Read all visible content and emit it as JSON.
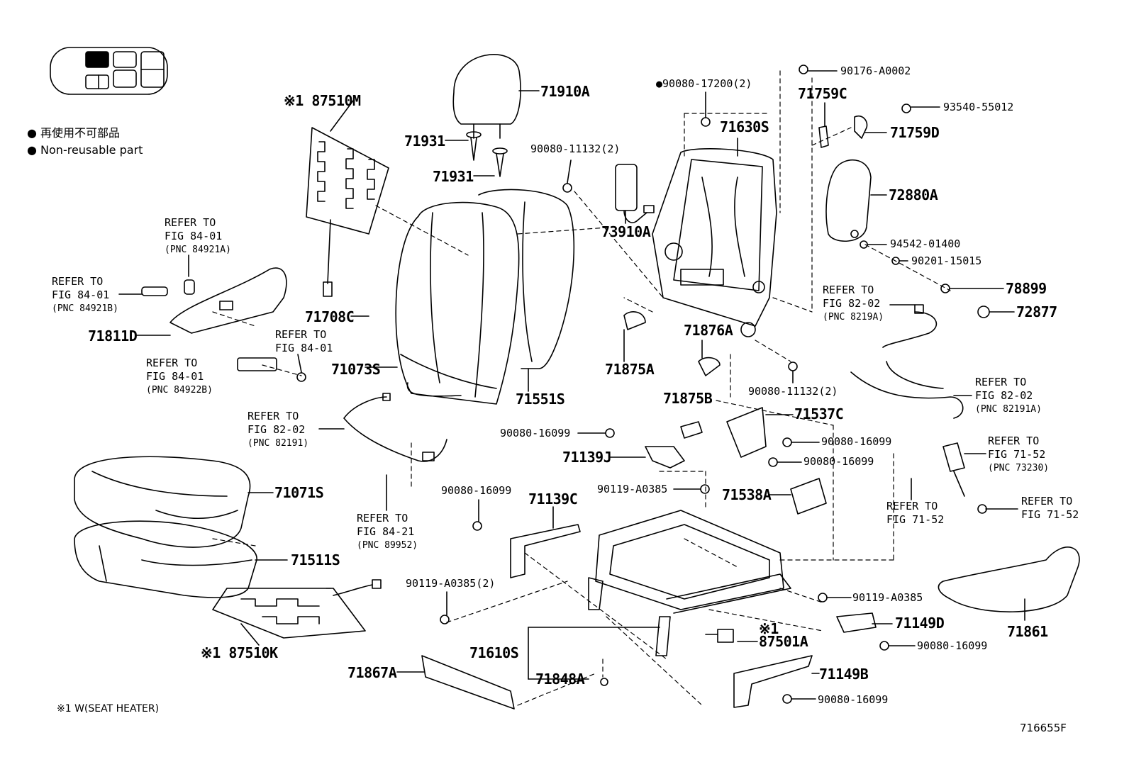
{
  "legend": {
    "jp": "● 再使用不可部品",
    "en": "● Non-reusable part"
  },
  "footnote": "※1  W(SEAT HEATER)",
  "figure_code": "716655F",
  "parts": {
    "p87510M": "※1 87510M",
    "p71910A": "71910A",
    "p71931a": "71931",
    "p71931b": "71931",
    "p90080_11132_2a": "90080-11132(2)",
    "p90080_17200": "●90080-17200(2)",
    "p71630S": "71630S",
    "p90176": "90176-A0002",
    "p71759C": "71759C",
    "p93540": "93540-55012",
    "p71759D": "71759D",
    "p72880A": "72880A",
    "p73910A": "73910A",
    "p94542": "94542-01400",
    "p90201": "90201-15015",
    "p78899": "78899",
    "p72877": "72877",
    "p71811D": "71811D",
    "p71708C": "71708C",
    "p71073S": "71073S",
    "p71551S": "71551S",
    "p71875A": "71875A",
    "p71876A": "71876A",
    "p90080_11132_2b": "90080-11132(2)",
    "p71875B": "71875B",
    "p71537C": "71537C",
    "p90080_16099a": "90080-16099",
    "p90080_16099b": "90080-16099",
    "p71139J": "71139J",
    "p90080_16099c": "90080-16099",
    "p90119_a": "90119-A0385",
    "p71538A": "71538A",
    "p71071S": "71071S",
    "p90080_16099d": "90080-16099",
    "p71139C": "71139C",
    "p71511S": "71511S",
    "p90119_2": "90119-A0385(2)",
    "p90119_b": "90119-A0385",
    "p71149D": "71149D",
    "p87501A": "※1 87501A",
    "p90080_16099e": "90080-16099",
    "p71861": "71861",
    "p87510K": "※1 87510K",
    "p71610S": "71610S",
    "p71867A": "71867A",
    "p71848A": "71848A",
    "p71149B": "71149B",
    "p90080_16099f": "90080-16099"
  },
  "refs": {
    "r84921A": {
      "l1": "REFER TO",
      "l2": "FIG 84-01",
      "l3": "(PNC 84921A)"
    },
    "r84921B": {
      "l1": "REFER TO",
      "l2": "FIG 84-01",
      "l3": "(PNC 84921B)"
    },
    "r84_01": {
      "l1": "REFER TO",
      "l2": "FIG 84-01"
    },
    "r84922B": {
      "l1": "REFER TO",
      "l2": "FIG 84-01",
      "l3": "(PNC 84922B)"
    },
    "r82191": {
      "l1": "REFER TO",
      "l2": "FIG 82-02",
      "l3": "(PNC 82191)"
    },
    "r89952": {
      "l1": "REFER TO",
      "l2": "FIG 84-21",
      "l3": "(PNC 89952)"
    },
    "r8219A": {
      "l1": "REFER TO",
      "l2": "FIG 82-02",
      "l3": "(PNC 8219A)"
    },
    "r82191A": {
      "l1": "REFER TO",
      "l2": "FIG 82-02",
      "l3": "(PNC 82191A)"
    },
    "r73230": {
      "l1": "REFER TO",
      "l2": "FIG 71-52",
      "l3": "(PNC 73230)"
    },
    "r71_52a": {
      "l1": "REFER TO",
      "l2": "FIG 71-52"
    },
    "r71_52b": {
      "l1": "REFER TO",
      "l2": "FIG 71-52"
    }
  }
}
